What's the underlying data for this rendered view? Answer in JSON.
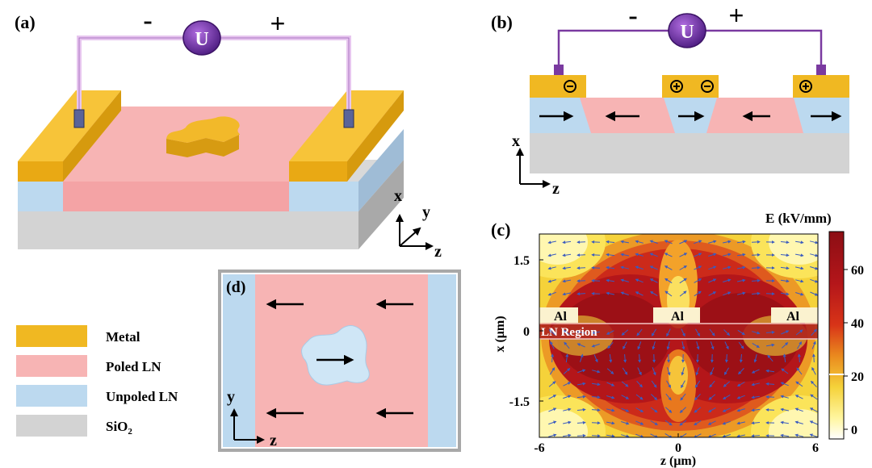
{
  "panels": {
    "a": {
      "label": "(a)",
      "source": {
        "minus": "-",
        "plus": "+",
        "symbol": "U"
      },
      "axes": {
        "x": "x",
        "y": "y",
        "z": "z"
      }
    },
    "b": {
      "label": "(b)",
      "source": {
        "minus": "-",
        "plus": "+",
        "symbol": "U"
      },
      "axes": {
        "x": "x",
        "z": "z"
      }
    },
    "c": {
      "label": "(c)",
      "colorbar_title": "E (kV/mm)",
      "colorbar_ticks": [
        "60",
        "40",
        "20",
        "0"
      ],
      "electrode_labels": [
        "Al",
        "Al",
        "Al"
      ],
      "region_label": "LN Region",
      "xlabel": "z (μm)",
      "ylabel": "x (μm)",
      "xticks": [
        "-6",
        "0",
        "6"
      ],
      "yticks": [
        "1.5",
        "0",
        "-1.5"
      ]
    },
    "d": {
      "label": "(d)",
      "axes": {
        "y": "y",
        "z": "z"
      }
    }
  },
  "legend": [
    {
      "label": "Metal",
      "color": "#f0b822"
    },
    {
      "label": "Poled LN",
      "color": "#f7b4b4"
    },
    {
      "label": "Unpoled LN",
      "color": "#bcd9ef"
    },
    {
      "label": "SiO",
      "sub": "2",
      "color": "#d3d3d3"
    }
  ],
  "colors": {
    "metal": "#f0b822",
    "poled": "#f7b4b4",
    "unpoled": "#bcd9ef",
    "sio2": "#d3d3d3",
    "source": "#6a2a9e",
    "wire_a": "#e7c6ef",
    "wire_b": "#7a3aa0"
  }
}
